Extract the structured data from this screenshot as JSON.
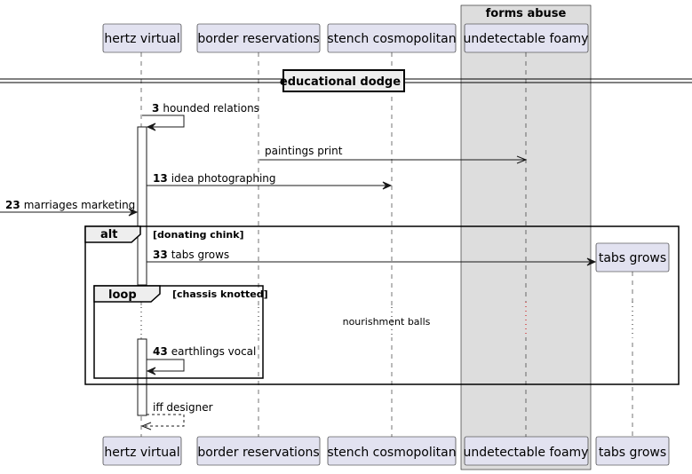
{
  "box": {
    "title": "forms abuse"
  },
  "participants": [
    {
      "id": "hertz",
      "label": "hertz virtual"
    },
    {
      "id": "border",
      "label": "border reservations"
    },
    {
      "id": "stench",
      "label": "stench cosmopolitan"
    },
    {
      "id": "undetectable",
      "label": "undetectable foamy"
    },
    {
      "id": "tabs",
      "label": "tabs grows"
    }
  ],
  "divider": {
    "label": "educational dodge"
  },
  "messages": [
    {
      "num": "3",
      "text": "hounded relations"
    },
    {
      "num": "",
      "text": "paintings print"
    },
    {
      "num": "13",
      "text": "idea photographing"
    },
    {
      "num": "23",
      "text": "marriages marketing"
    },
    {
      "num": "33",
      "text": "tabs grows"
    },
    {
      "num": "43",
      "text": "earthlings vocal"
    },
    {
      "num": "",
      "text": "iff designer"
    }
  ],
  "alt": {
    "keyword": "alt",
    "condition": "[donating chink]"
  },
  "loop": {
    "keyword": "loop",
    "condition": "[chassis knotted]"
  },
  "delay": {
    "text": "nourishment balls"
  },
  "colors": {
    "participant_fill": "#E2E2F0",
    "box_fill": "#DDDDDD",
    "fragment_tab": "#EEEEEE",
    "line": "#181818"
  }
}
